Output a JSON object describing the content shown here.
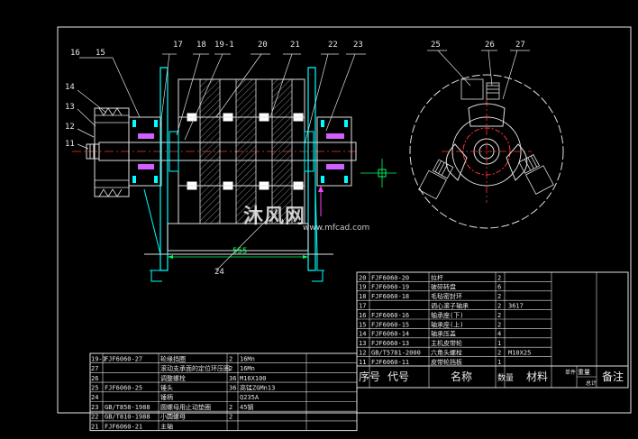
{
  "drawing": {
    "balloons_left": [
      "16",
      "15",
      "14",
      "13",
      "12",
      "11",
      "17",
      "18",
      "19-1",
      "20",
      "21",
      "22",
      "23",
      "24"
    ],
    "balloons_right": [
      "25",
      "26",
      "27"
    ],
    "dimension_555": "555"
  },
  "watermark": {
    "brand": "沐风网",
    "url": "www.mfcad.com"
  },
  "bom_upper": {
    "rows": [
      [
        "20",
        "FJF6060-20",
        "拉杆",
        "2",
        ""
      ],
      [
        "19",
        "FJF6060-19",
        "破碎转盘",
        "6",
        ""
      ],
      [
        "18",
        "FJF6060-18",
        "毛毡密封环",
        "2",
        ""
      ],
      [
        "17",
        "",
        "调心滚子轴承",
        "2",
        "3617"
      ],
      [
        "16",
        "FJF6060-16",
        "轴承座(下)",
        "2",
        ""
      ],
      [
        "15",
        "FJF6060-15",
        "轴承座(上)",
        "2",
        ""
      ],
      [
        "14",
        "FJF6060-14",
        "轴承压盖",
        "4",
        ""
      ],
      [
        "13",
        "FJF6060-13",
        "主机皮带轮",
        "1",
        ""
      ],
      [
        "12",
        "GB/T5781-2000",
        "六角头螺栓",
        "2",
        "M10X25"
      ],
      [
        "11",
        "FJF6060-11",
        "皮带轮挡板",
        "1",
        ""
      ]
    ],
    "header": {
      "num": "序号",
      "code": "代号",
      "name": "名称",
      "qty": "数量",
      "material": "材料",
      "w1": "单件",
      "w2": "总计",
      "weight": "重量",
      "remark": "备注"
    }
  },
  "bom_lower": {
    "rows": [
      [
        "19-1",
        "FJF6060-27",
        "轮缘挡圈",
        "2",
        "16Mn"
      ],
      [
        "27",
        "",
        "滚动支承面的定位环压圈",
        "2",
        "16Mn"
      ],
      [
        "26",
        "",
        "调整螺栓",
        "36",
        "M16X100"
      ],
      [
        "25",
        "FJF6060-25",
        "锤头",
        "36",
        "高锰ZGMn13"
      ],
      [
        "24",
        "",
        "锤柄",
        "",
        "Q235A"
      ],
      [
        "23",
        "GB/T858-1988",
        "圆螺母用止动垫圈",
        "2",
        "45钢"
      ],
      [
        "22",
        "GB/T810-1988",
        "小圆螺母",
        "2",
        ""
      ],
      [
        "21",
        "FJF6060-21",
        "主轴",
        "",
        ""
      ]
    ]
  }
}
